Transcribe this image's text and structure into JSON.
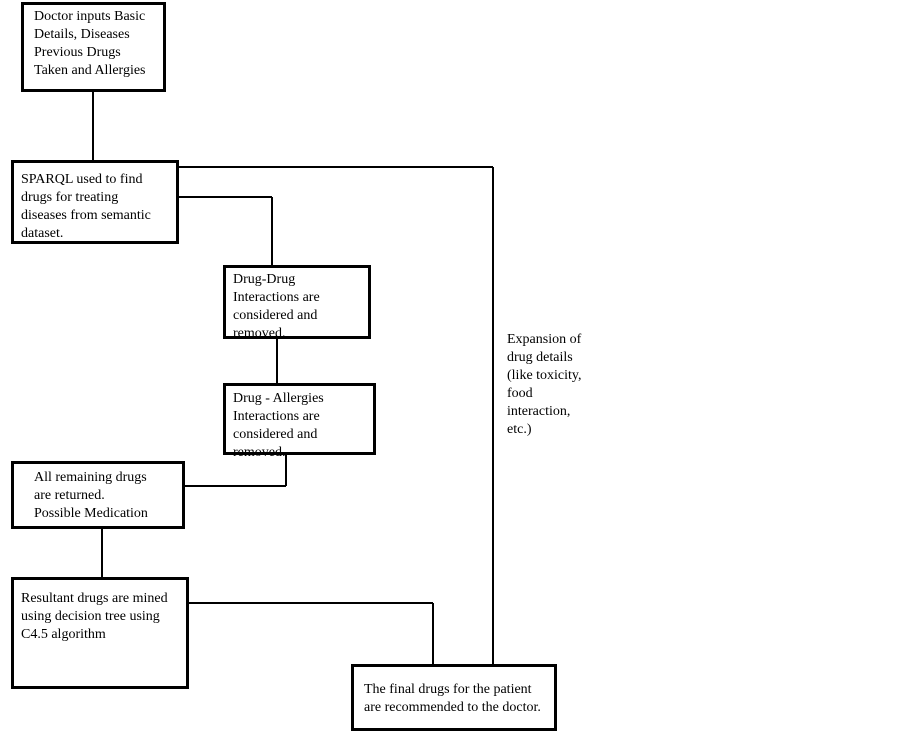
{
  "nodes": {
    "input": "Doctor inputs Basic\nDetails, Diseases\nPrevious Drugs\nTaken and Allergies",
    "sparql": "SPARQL used to find\ndrugs for treating\ndiseases from semantic\ndataset.",
    "drug_drug": "Drug-Drug\nInteractions are\nconsidered and\nremoved.",
    "drug_allergies": "Drug - Allergies\nInteractions are\nconsidered and\nremoved.",
    "remaining": "All remaining drugs\nare returned.\nPossible Medication",
    "mined": "Resultant drugs are mined\nusing decision tree using\nC4.5 algorithm",
    "final": "The final drugs for the patient\nare recommended to the doctor."
  },
  "annotations": {
    "expansion": "Expansion of\ndrug details\n(like toxicity,\nfood\ninteraction,\netc.)"
  }
}
